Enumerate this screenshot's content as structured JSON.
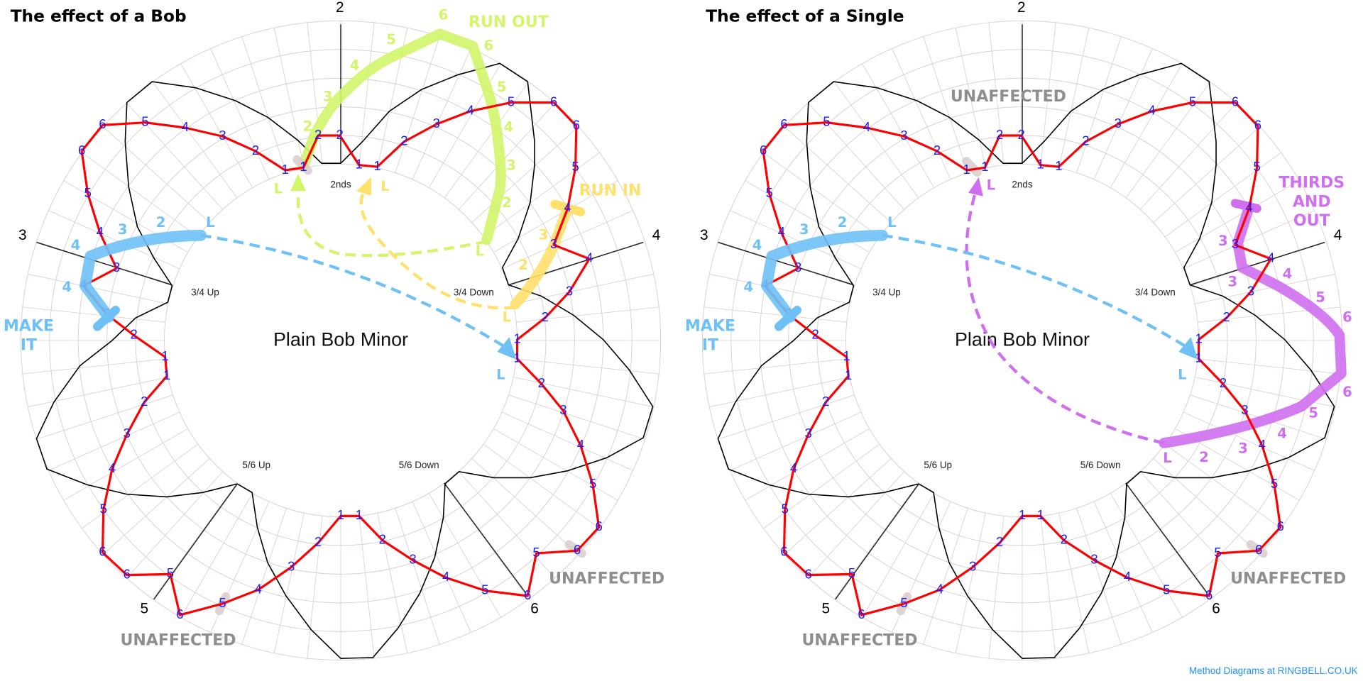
{
  "colors": {
    "path": "#ff0000",
    "place": "#1a1aff",
    "outline": "#000000",
    "grid": "#dccfcf",
    "green": "#d2f56a",
    "yellow": "#ffe06a",
    "blue": "#6ec1f7",
    "purple": "#cf6ff0",
    "gray": "#8e8e8e",
    "blob": "#d8cccc"
  },
  "common": {
    "method": "Plain Bob Minor",
    "spokes": [
      "2",
      "3",
      "4",
      "5",
      "6"
    ],
    "inner_labels": [
      "2nds",
      "3/4 Up",
      "3/4 Down",
      "5/6 Up",
      "5/6 Down"
    ],
    "places": [
      1,
      1,
      2,
      3,
      4,
      5,
      6,
      6,
      5,
      4,
      3,
      4,
      3,
      2,
      1,
      1,
      2,
      3,
      4,
      5,
      6,
      6,
      5,
      6,
      5,
      4,
      3,
      2,
      1,
      1,
      2,
      3,
      4,
      5,
      6,
      5,
      6,
      6,
      5,
      4,
      3,
      2,
      1,
      1,
      2,
      3,
      4,
      3,
      4,
      5,
      6,
      6,
      5,
      4,
      3,
      2,
      1,
      1,
      2,
      2
    ],
    "unaffected": "UNAFFECTED",
    "make_it": [
      "MAKE",
      "IT"
    ],
    "make_it_numbers": [
      "2",
      "3",
      "4",
      "4"
    ],
    "lead": "L"
  },
  "panels": [
    {
      "title": "The effect of a Bob",
      "run_out": {
        "label": "RUN OUT",
        "numbers": [
          "2",
          "3",
          "4",
          "5",
          "6",
          "6",
          "5",
          "4",
          "3",
          "2"
        ]
      },
      "run_in": {
        "label": "RUN IN",
        "numbers": [
          "3",
          "2"
        ]
      }
    },
    {
      "title": "The effect of a Single",
      "thirds_and_out": {
        "label": [
          "THIRDS",
          "AND",
          "OUT"
        ],
        "numbers": [
          "3",
          "3",
          "4",
          "5",
          "6",
          "6",
          "5",
          "4",
          "3",
          "2"
        ]
      }
    }
  ],
  "footer": {
    "credit": "Method Diagrams at RINGBELL.CO.UK"
  }
}
